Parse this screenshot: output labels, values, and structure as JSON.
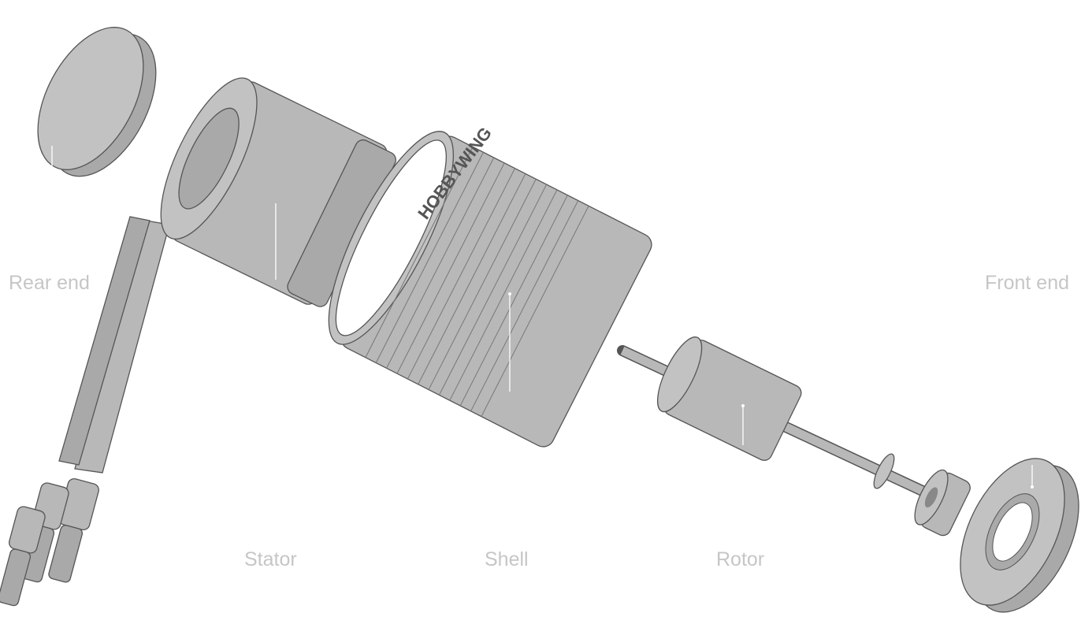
{
  "labels": {
    "rear_end": "Rear end",
    "front_end": "Front end",
    "stator": "Stator",
    "shell": "Shell",
    "rotor": "Rotor"
  },
  "logo_text": "HOBBYWING",
  "colors": {
    "label": "#c6c6c6",
    "part": "#b8b8b8",
    "outline": "#555555"
  }
}
